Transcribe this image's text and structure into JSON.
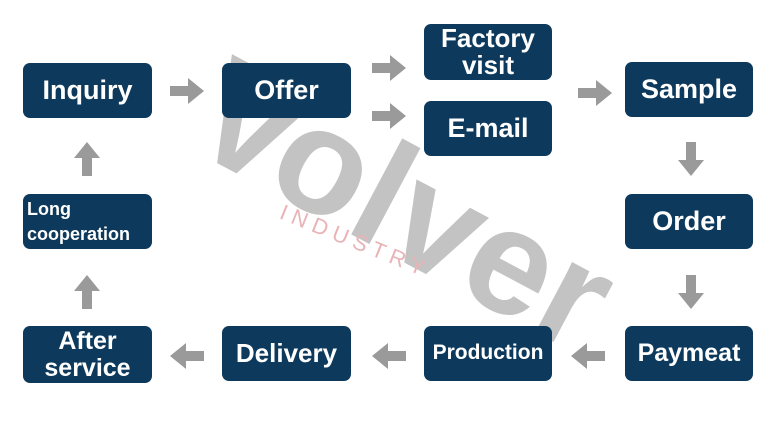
{
  "colors": {
    "node_bg": "#0d3a5c",
    "node_text": "#ffffff",
    "arrow": "#9a9a9a",
    "watermark_main": "#b8b8b8",
    "watermark_sub": "#e8b4b8"
  },
  "nodes": {
    "inquiry": "Inquiry",
    "offer": "Offer",
    "factory_visit": "Factory\nvisit",
    "email": "E-mail",
    "sample": "Sample",
    "order": "Order",
    "paymeat": "Paymeat",
    "production": "Production",
    "delivery": "Delivery",
    "after_service": "After\nservice",
    "long_cooperation": "Long\ncooperation"
  },
  "watermark": {
    "main": "Volver",
    "sub": "I N D U S T R Y"
  },
  "flow": [
    [
      "inquiry",
      "offer"
    ],
    [
      "offer",
      "factory_visit"
    ],
    [
      "offer",
      "email"
    ],
    [
      "email",
      "sample"
    ],
    [
      "sample",
      "order"
    ],
    [
      "order",
      "paymeat"
    ],
    [
      "paymeat",
      "production"
    ],
    [
      "production",
      "delivery"
    ],
    [
      "delivery",
      "after_service"
    ],
    [
      "after_service",
      "long_cooperation"
    ],
    [
      "long_cooperation",
      "inquiry"
    ]
  ]
}
